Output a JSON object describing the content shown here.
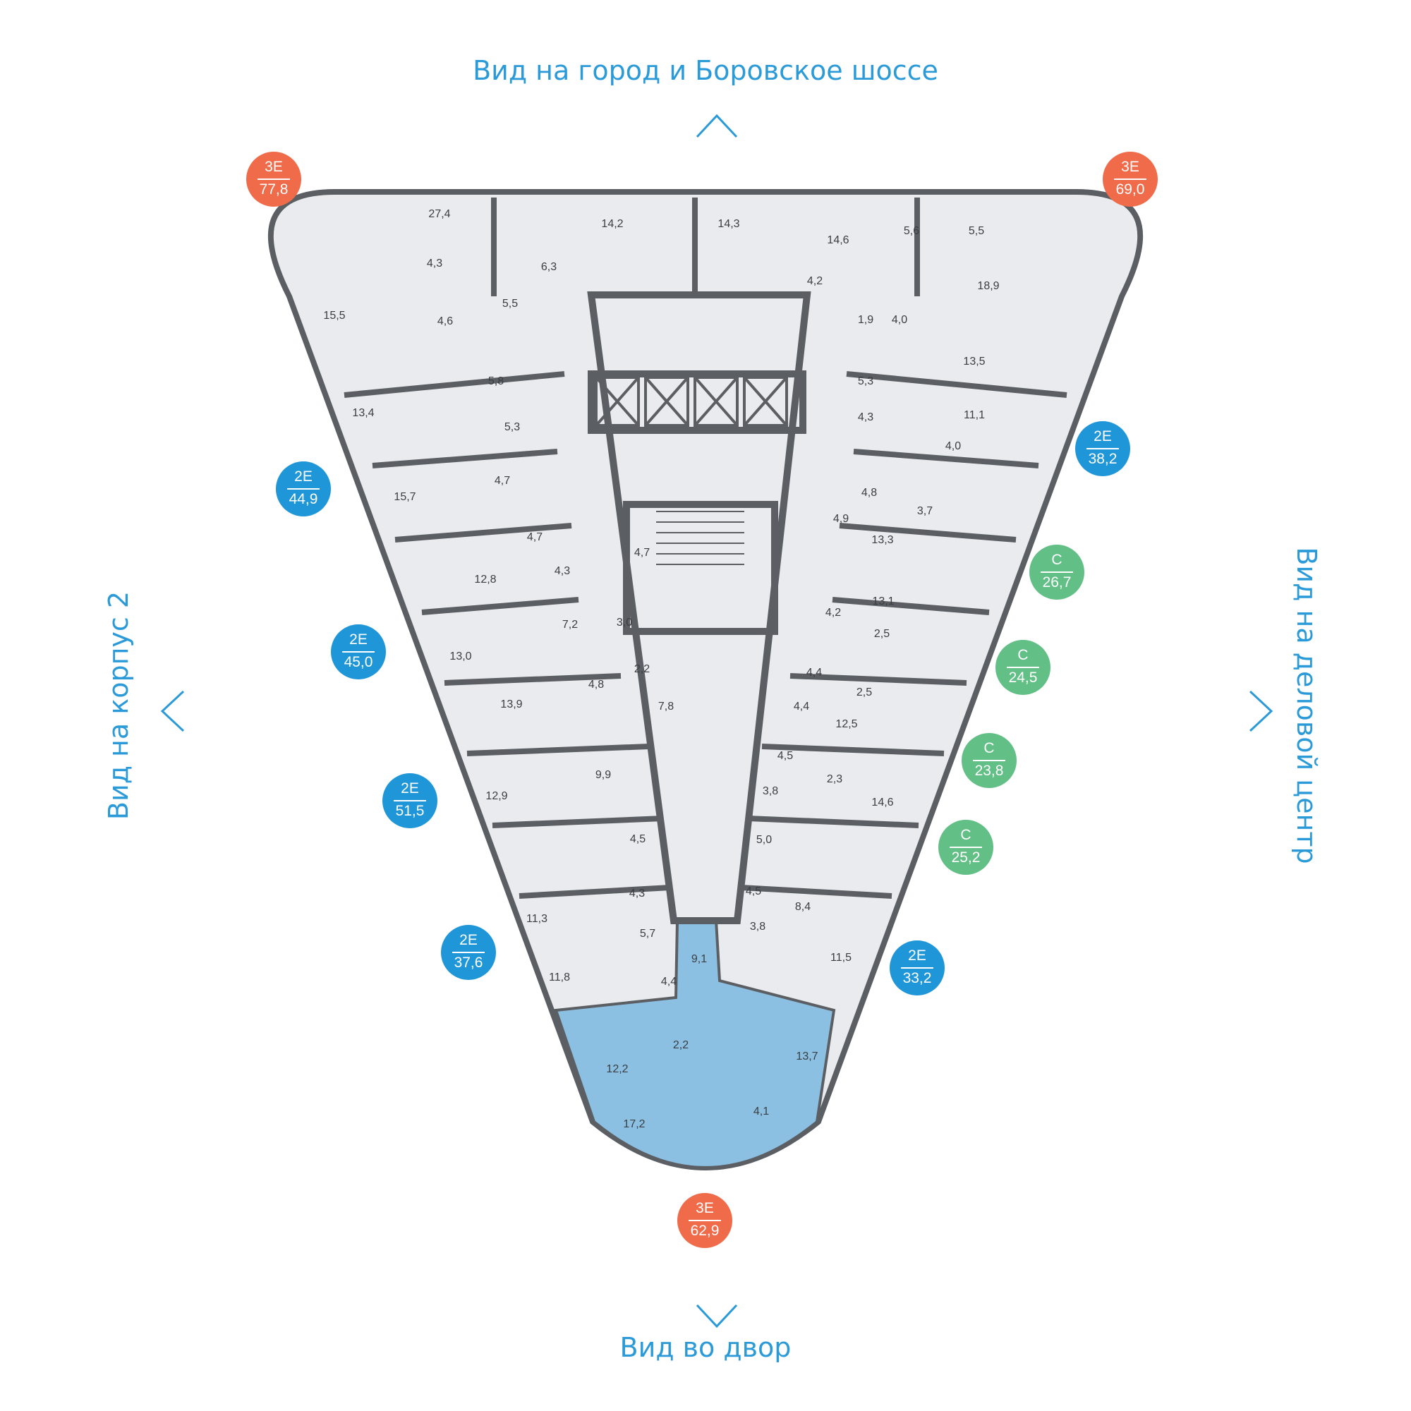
{
  "views": {
    "top": "Вид на город и Боровское шоссе",
    "bottom": "Вид во двор",
    "left": "Вид на корпус 2",
    "right": "Вид на деловой центр"
  },
  "colors": {
    "accent": "#2b9ad8",
    "type_3e": "#ef6b4a",
    "type_2e": "#1f96d8",
    "type_c": "#62bf86",
    "highlight": "#8cc0e2",
    "floor": "#e9ebee",
    "wall": "#5b5f63"
  },
  "apartments": [
    {
      "type": "3E",
      "area": "77,8",
      "color": "#ef6b4a"
    },
    {
      "type": "3E",
      "area": "69,0",
      "color": "#ef6b4a"
    },
    {
      "type": "2E",
      "area": "44,9",
      "color": "#1f96d8"
    },
    {
      "type": "2E",
      "area": "38,2",
      "color": "#1f96d8"
    },
    {
      "type": "C",
      "area": "26,7",
      "color": "#62bf86"
    },
    {
      "type": "2E",
      "area": "45,0",
      "color": "#1f96d8"
    },
    {
      "type": "C",
      "area": "24,5",
      "color": "#62bf86"
    },
    {
      "type": "C",
      "area": "23,8",
      "color": "#62bf86"
    },
    {
      "type": "2E",
      "area": "51,5",
      "color": "#1f96d8"
    },
    {
      "type": "C",
      "area": "25,2",
      "color": "#62bf86"
    },
    {
      "type": "2E",
      "area": "37,6",
      "color": "#1f96d8"
    },
    {
      "type": "2E",
      "area": "33,2",
      "color": "#1f96d8"
    },
    {
      "type": "3E",
      "area": "62,9",
      "color": "#ef6b4a"
    }
  ],
  "rooms": [
    "27,4",
    "14,2",
    "14,3",
    "14,6",
    "5,6",
    "5,5",
    "4,3",
    "6,3",
    "4,2",
    "18,9",
    "15,5",
    "5,5",
    "1,9",
    "4,0",
    "4,6",
    "13,5",
    "5,8",
    "5,3",
    "13,4",
    "5,3",
    "4,3",
    "11,1",
    "4,0",
    "4,7",
    "4,8",
    "15,7",
    "4,7",
    "4,9",
    "3,7",
    "13,3",
    "12,8",
    "4,3",
    "4,7",
    "13,1",
    "7,2",
    "3,0",
    "4,2",
    "2,5",
    "13,0",
    "4,8",
    "2,2",
    "4,4",
    "2,5",
    "13,9",
    "7,8",
    "4,4",
    "12,5",
    "4,5",
    "9,9",
    "2,3",
    "12,9",
    "3,8",
    "14,6",
    "4,5",
    "5,0",
    "4,3",
    "4,5",
    "11,3",
    "8,4",
    "5,7",
    "3,8",
    "11,5",
    "11,8",
    "9,1",
    "4,4",
    "2,2",
    "12,2",
    "13,7",
    "17,2",
    "4,1"
  ]
}
